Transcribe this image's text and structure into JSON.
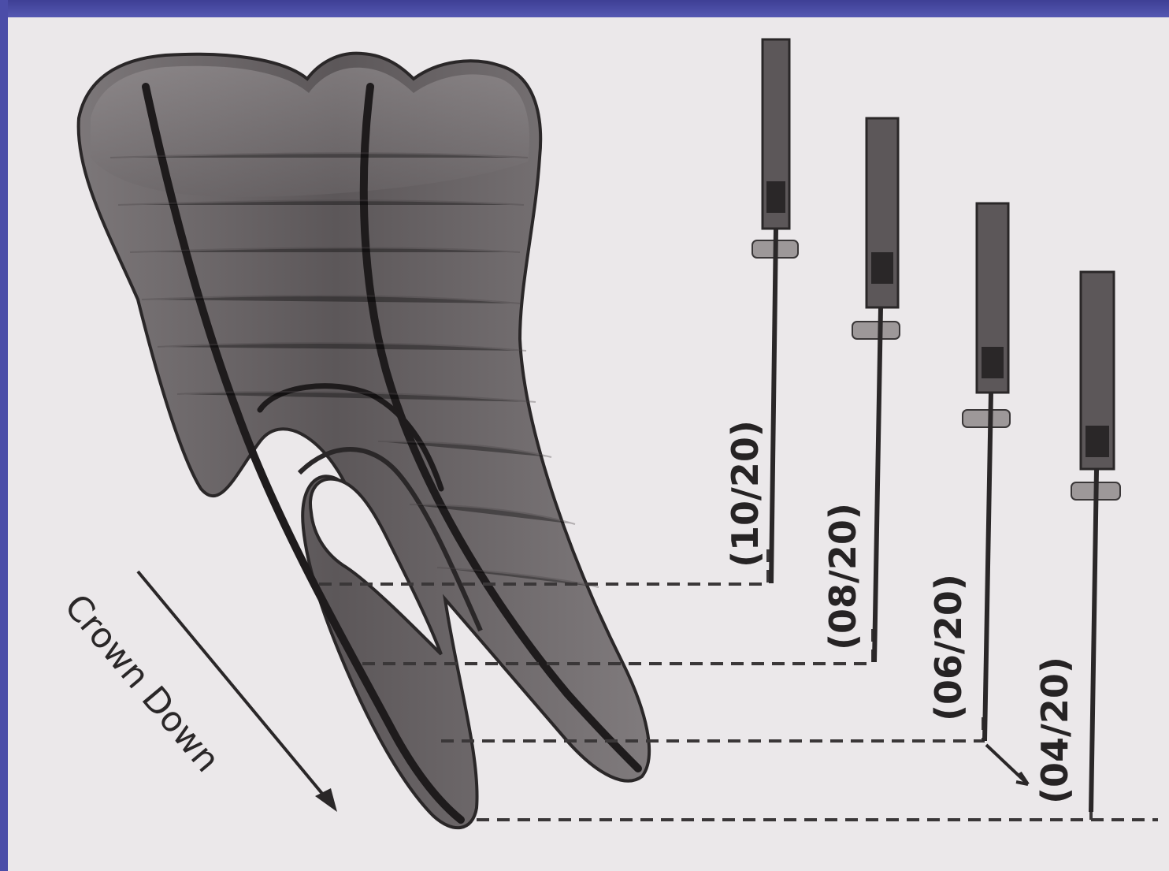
{
  "diagram": {
    "direction_label": "Crown Down",
    "files": [
      {
        "label": "(10/20)"
      },
      {
        "label": "(08/20)"
      },
      {
        "label": "(06/20)"
      },
      {
        "label": "(04/20)"
      }
    ]
  },
  "colors": {
    "slide_background": "#4a4ca6",
    "figure_background": "#ebe8ea",
    "tooth_fill": "#6e696b",
    "canal_line": "#1e1b1c",
    "dashed_line": "#3a3738",
    "file_color": "#3a3738"
  },
  "icons": [
    "tooth-illustration",
    "endodontic-file-icon",
    "arrow-down-right-icon"
  ]
}
